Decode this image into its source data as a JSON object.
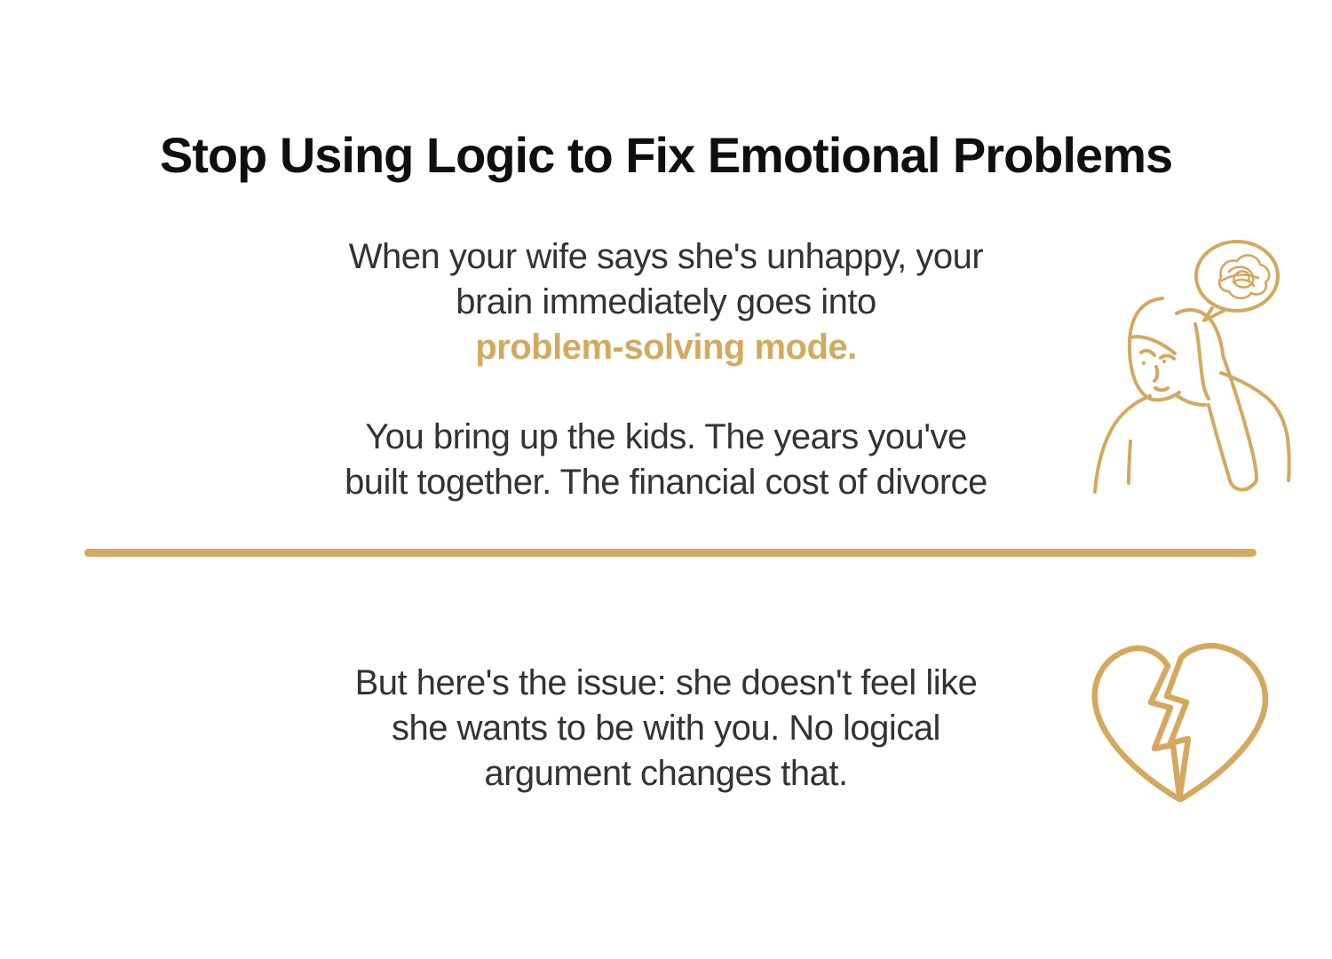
{
  "page": {
    "background": "#ffffff",
    "colors": {
      "title_text": "#0f0f0f",
      "body_text": "#333333",
      "highlight_gold": "#d2aa5e",
      "divider_gold": "#d1ab5f",
      "illustration_gold": "#d4a85e"
    }
  },
  "title": {
    "text": "Stop Using Logic to Fix Emotional Problems"
  },
  "sections": {
    "intro": {
      "line1": "When your wife says she's unhappy, your",
      "line2": "brain immediately goes into",
      "highlight": "problem-solving mode."
    },
    "body": {
      "line1": "You bring up the kids. The years you've",
      "line2": "built together. The financial cost of divorce"
    },
    "conclusion": {
      "line1": "But here's the issue: she doesn't feel like",
      "line2": "she wants to be with you. No logical",
      "line3": "argument changes that."
    }
  },
  "illustrations": [
    {
      "name": "worried-person-illustration",
      "description": "line drawing of a worried man holding his head with a thought bubble containing a tangled scribble"
    },
    {
      "name": "broken-heart-icon",
      "description": "outline of a heart split by a lightning-bolt crack"
    }
  ]
}
